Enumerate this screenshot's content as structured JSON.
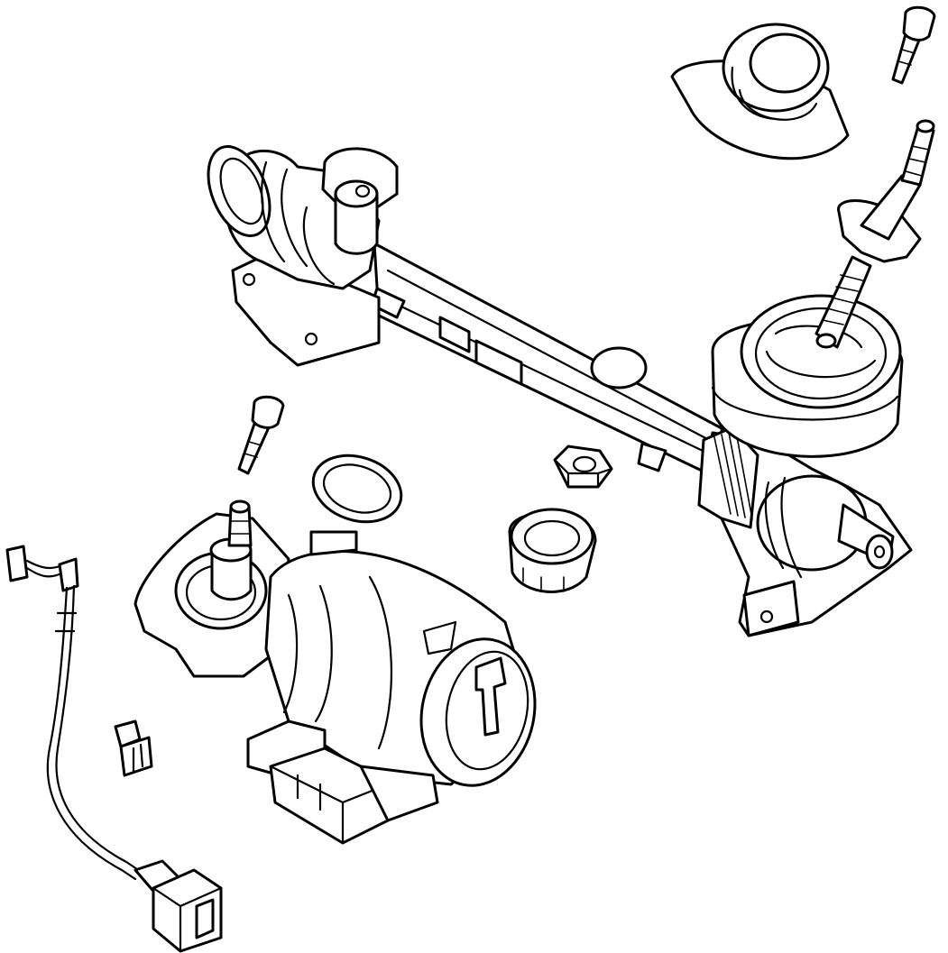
{
  "diagram": {
    "background": "#ffffff",
    "line_color": "#000000",
    "parts": [
      "steering-rack-housing",
      "rack-tie-rod-boot",
      "pinion-shaft",
      "pinion-boot-seal",
      "rack-mounting-bolt",
      "motor-mounting-bolt",
      "o-ring-seal",
      "lock-nut",
      "adjuster-plug",
      "electric-assist-motor",
      "motor-control-module",
      "wiring-harness",
      "harness-clip",
      "wiring-connector"
    ]
  }
}
